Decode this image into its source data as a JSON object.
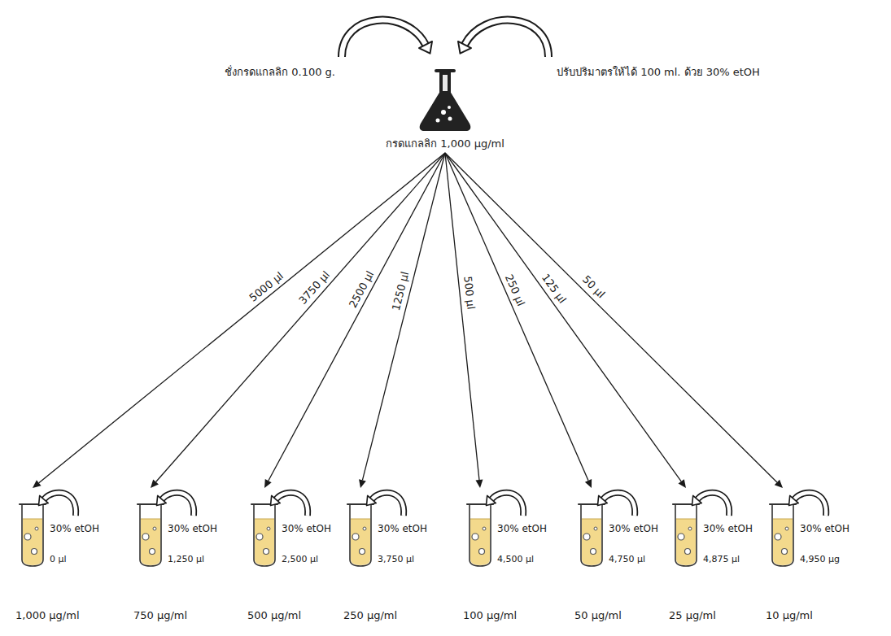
{
  "diagram": {
    "nodes": [
      {
        "text": [
          "กรดแกลลิก 1,000 μg/ml"
        ]
      },
      {
        "text": [
          "30% etOH",
          "0 μl",
          "1,000 μg/ml"
        ]
      },
      {
        "text": [
          "30% etOH",
          "1,250 μl",
          "750 μg/ml"
        ]
      },
      {
        "text": [
          "30% etOH",
          "2,500 μl",
          "500 μg/ml"
        ]
      },
      {
        "text": [
          "30% etOH",
          "3,750 μl",
          "250 μg/ml"
        ]
      },
      {
        "text": [
          "30% etOH",
          "4,500 μl",
          "100 μg/ml"
        ]
      },
      {
        "text": [
          "30% etOH",
          "4,750 μl",
          "50 μg/ml"
        ]
      },
      {
        "text": [
          "30% etOH",
          "4,875 μl",
          "25 μg/ml"
        ]
      },
      {
        "text": [
          "30% etOH",
          "4,950 μg",
          "10 μg/ml"
        ]
      }
    ],
    "edges": [
      {
        "from": 0,
        "to": 1,
        "arrow": "to",
        "label": "5000 μl"
      },
      {
        "from": 0,
        "to": 2,
        "arrow": "to",
        "label": "3750 μl"
      },
      {
        "from": 0,
        "to": 3,
        "arrow": "to",
        "label": "2500 μl"
      },
      {
        "from": 0,
        "to": 4,
        "arrow": "to",
        "label": "1250 μl"
      },
      {
        "from": 0,
        "to": 5,
        "arrow": "to",
        "label": "500 μl"
      },
      {
        "from": 0,
        "to": 6,
        "arrow": "to",
        "label": "250 μl"
      },
      {
        "from": 0,
        "to": 7,
        "arrow": "to",
        "label": "125 μl"
      },
      {
        "from": 0,
        "to": 8,
        "arrow": "to",
        "label": "50 μl"
      }
    ],
    "labels": [
      "ชั่งกรดแกลลิก 0.100 g.",
      "ปรับปริมาตรให้ได้ 100 ml. ด้วย 30% etOH"
    ]
  }
}
